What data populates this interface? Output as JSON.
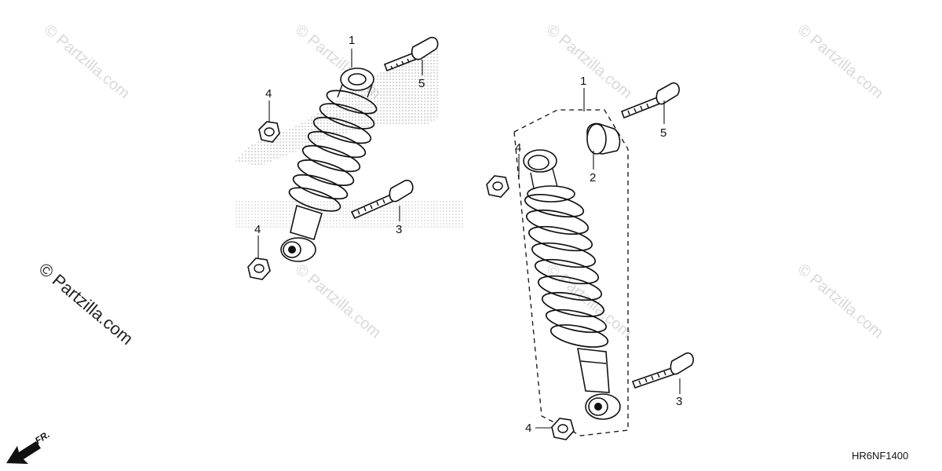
{
  "watermark": {
    "text": "© Partzilla.com",
    "strong_text": "© Partzilla.com"
  },
  "front_indicator": {
    "label": "FR."
  },
  "diagram_code": "HR6NF1400",
  "callouts": {
    "left_shock_1": "1",
    "left_bolt_5": "5",
    "left_nut_4_top": "4",
    "left_nut_4_bottom": "4",
    "left_bolt_3": "3",
    "right_shock_1": "1",
    "right_bushing_2": "2",
    "right_bolt_5": "5",
    "right_nut_4_top": "4",
    "right_nut_4_bottom": "4",
    "right_bolt_3": "3"
  }
}
